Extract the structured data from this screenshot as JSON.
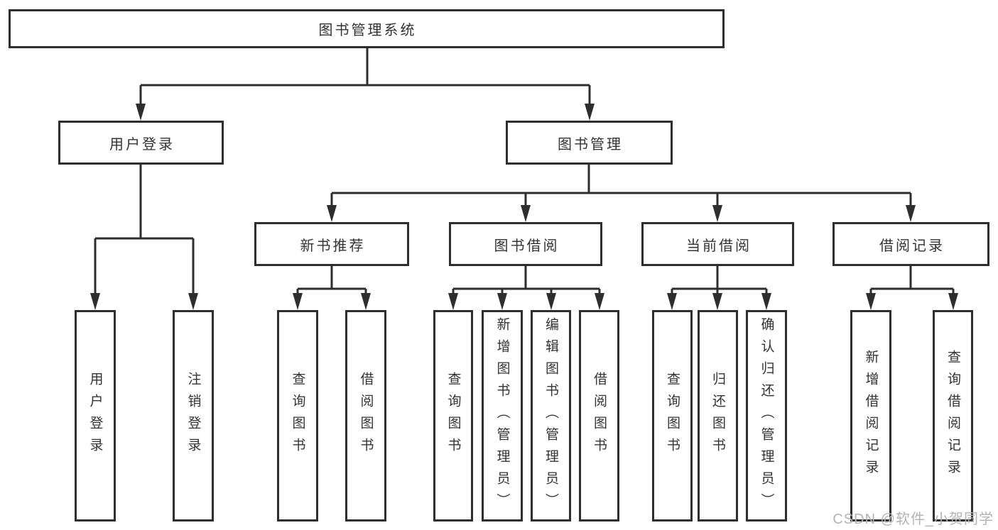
{
  "diagram": {
    "type": "hierarchy-tree",
    "title": "图书管理系统",
    "watermark": "CSDN @软件_小贺同学",
    "colors": {
      "line": "#2e2e2e",
      "box_border": "#2e2e2e",
      "text": "#333333",
      "watermark": "#b3b3b3",
      "background": "#ffffff"
    }
  },
  "nodes": {
    "root": {
      "label": "图书管理系统"
    },
    "level2": [
      {
        "id": "user-login",
        "label": "用户登录",
        "parent": "图书管理系统"
      },
      {
        "id": "book-management",
        "label": "图书管理",
        "parent": "图书管理系统"
      }
    ],
    "level3": [
      {
        "id": "new-book-recommend",
        "label": "新书推荐",
        "parent": "图书管理"
      },
      {
        "id": "book-borrowing",
        "label": "图书借阅",
        "parent": "图书管理"
      },
      {
        "id": "current-borrowing",
        "label": "当前借阅",
        "parent": "图书管理"
      },
      {
        "id": "borrowing-records",
        "label": "借阅记录",
        "parent": "图书管理"
      }
    ],
    "leaves": [
      {
        "label": "用户登录",
        "parent": "用户登录"
      },
      {
        "label": "注销登录",
        "parent": "用户登录"
      },
      {
        "label": "查询图书",
        "parent": "新书推荐"
      },
      {
        "label": "借阅图书",
        "parent": "新书推荐"
      },
      {
        "label": "查询图书",
        "parent": "图书借阅"
      },
      {
        "label": "新增图书（管理员）",
        "parent": "图书借阅"
      },
      {
        "label": "编辑图书（管理员）",
        "parent": "图书借阅"
      },
      {
        "label": "借阅图书",
        "parent": "图书借阅"
      },
      {
        "label": "查询图书",
        "parent": "当前借阅"
      },
      {
        "label": "归还图书",
        "parent": "当前借阅"
      },
      {
        "label": "确认归还（管理员）",
        "parent": "当前借阅"
      },
      {
        "label": "新增借阅记录",
        "parent": "借阅记录"
      },
      {
        "label": "查询借阅记录",
        "parent": "借阅记录"
      }
    ]
  }
}
